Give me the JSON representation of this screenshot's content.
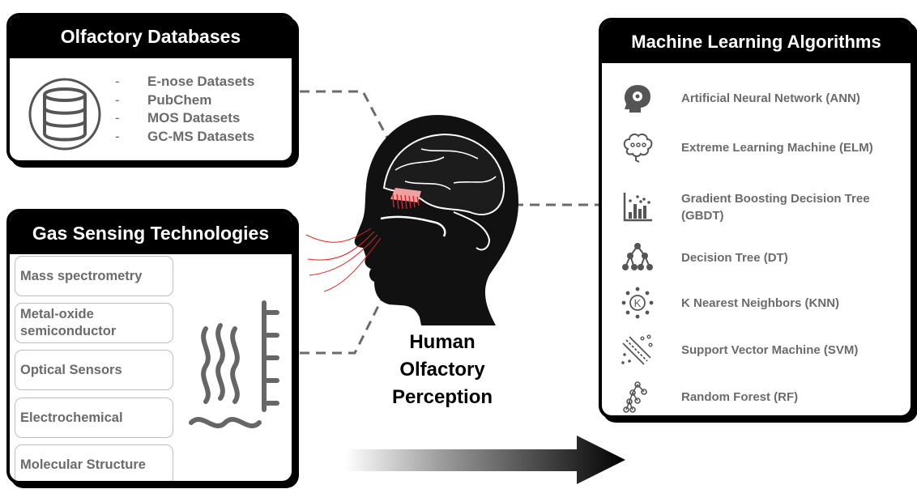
{
  "databases": {
    "title": "Olfactory Databases",
    "icon": "database-icon",
    "items": [
      {
        "dash": "-",
        "label": "E-nose Datasets"
      },
      {
        "dash": "-",
        "label": "PubChem"
      },
      {
        "dash": "-",
        "label": "MOS Datasets"
      },
      {
        "dash": "-",
        "label": "GC-MS Datasets"
      }
    ]
  },
  "gas_sensing": {
    "title": "Gas Sensing Technologies",
    "icon": "heat-sensor-icon",
    "items": [
      {
        "label": "Mass spectrometry"
      },
      {
        "label": "Metal-oxide semiconductor"
      },
      {
        "label": "Optical Sensors"
      },
      {
        "label": "Electrochemical"
      },
      {
        "label": "Molecular Structure"
      }
    ]
  },
  "center": {
    "icon": "human-head-olfactory-icon",
    "line1": "Human",
    "line2": "Olfactory",
    "line3": "Perception"
  },
  "ml": {
    "title": "Machine Learning Algorithms",
    "items": [
      {
        "icon": "ai-head-icon",
        "label": "Artificial Neural Network (ANN)"
      },
      {
        "icon": "brain-icon",
        "label": "Extreme Learning Machine (ELM)"
      },
      {
        "icon": "bar-chart-icon",
        "label": "Gradient Boosting Decision Tree (GBDT)"
      },
      {
        "icon": "decision-tree-icon",
        "label": "Decision Tree (DT)"
      },
      {
        "icon": "knn-icon",
        "label": "K Nearest Neighbors (KNN)"
      },
      {
        "icon": "svm-icon",
        "label": "Support Vector Machine (SVM)"
      },
      {
        "icon": "random-forest-icon",
        "label": "Random Forest (RF)"
      }
    ]
  },
  "colors": {
    "panel_border": "#000000",
    "text_gray": "#6b6b6b",
    "icon_gray": "#555555",
    "sensor_gray": "#666666",
    "scent_red": "#e02020"
  }
}
